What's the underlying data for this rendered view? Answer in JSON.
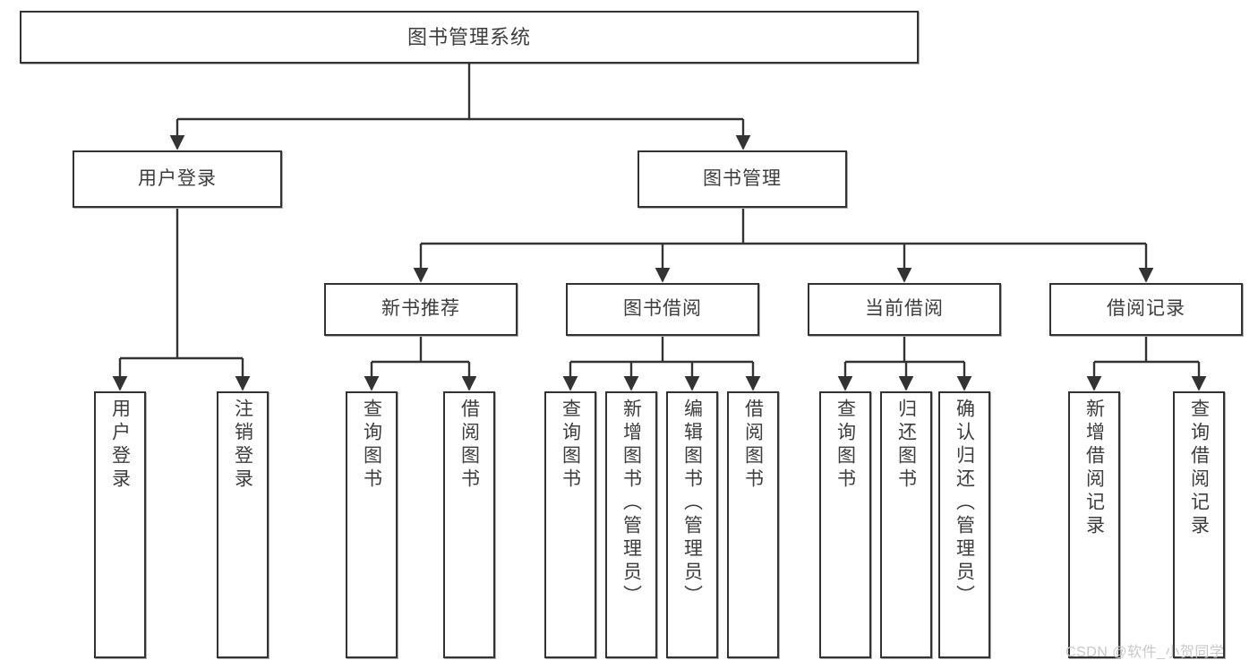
{
  "diagram": {
    "title": "图书管理系统",
    "type": "tree-hierarchy",
    "watermark": "CSDN @软件_小贺同学",
    "colors": {
      "box_border": "#333333",
      "box_fill": "#ffffff",
      "text": "#3d3d3d",
      "edge": "#333333",
      "watermark": "#c9c9c9",
      "background": "#ffffff"
    },
    "root": {
      "label": "图书管理系统"
    },
    "level2": [
      {
        "label": "用户登录"
      },
      {
        "label": "图书管理"
      }
    ],
    "level3": [
      {
        "label": "新书推荐"
      },
      {
        "label": "图书借阅"
      },
      {
        "label": "当前借阅"
      },
      {
        "label": "借阅记录"
      }
    ],
    "leaves": {
      "user_login": [
        {
          "label": "用户登录"
        },
        {
          "label": "注销登录"
        }
      ],
      "new_book": [
        {
          "label": "查询图书"
        },
        {
          "label": "借阅图书"
        }
      ],
      "book_borrow": [
        {
          "label": "查询图书"
        },
        {
          "label": "新增图书（管理员）"
        },
        {
          "label": "编辑图书（管理员）"
        },
        {
          "label": "借阅图书"
        }
      ],
      "current_borrow": [
        {
          "label": "查询图书"
        },
        {
          "label": "归还图书"
        },
        {
          "label": "确认归还（管理员）"
        }
      ],
      "borrow_record": [
        {
          "label": "新增借阅记录"
        },
        {
          "label": "查询借阅记录"
        }
      ]
    }
  }
}
